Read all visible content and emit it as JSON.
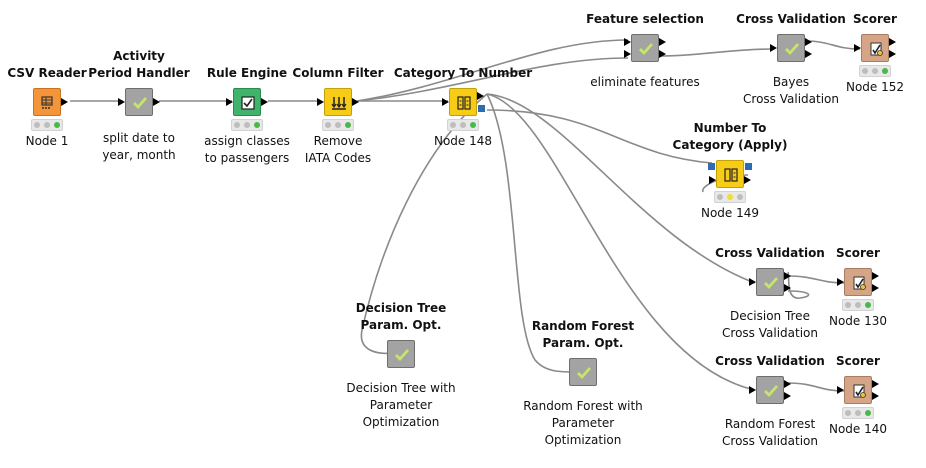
{
  "nodes": {
    "csv_reader": {
      "title": "CSV Reader",
      "desc": "Node 1"
    },
    "activity_period": {
      "title": "Activity\nPeriod Handler",
      "desc": "split date to\nyear, month"
    },
    "rule_engine": {
      "title": "Rule Engine",
      "desc": "assign classes\nto passengers"
    },
    "column_filter": {
      "title": "Column Filter",
      "desc": "Remove\nIATA Codes"
    },
    "category_to_number": {
      "title": "Category To Number",
      "desc": "Node 148"
    },
    "feature_selection": {
      "title": "Feature selection",
      "desc": "eliminate features"
    },
    "cross_validation_bayes": {
      "title": "Cross Validation",
      "desc": "Bayes\nCross Validation"
    },
    "scorer_152": {
      "title": "Scorer",
      "desc": "Node 152"
    },
    "number_to_category": {
      "title": "Number To\nCategory (Apply)",
      "desc": "Node 149"
    },
    "cross_validation_dt": {
      "title": "Cross Validation",
      "desc": "Decision Tree\nCross Validation"
    },
    "scorer_130": {
      "title": "Scorer",
      "desc": "Node 130"
    },
    "decision_tree_opt": {
      "title": "Decision Tree\nParam. Opt.",
      "desc": "Decision Tree with\nParameter\nOptimization"
    },
    "random_forest_opt": {
      "title": "Random Forest\nParam. Opt.",
      "desc": "Random Forest with\nParameter\nOptimization"
    },
    "cross_validation_rf": {
      "title": "Cross Validation",
      "desc": "Random Forest\nCross Validation"
    },
    "scorer_140": {
      "title": "Scorer",
      "desc": "Node 140"
    }
  },
  "colors": {
    "source": "#f4953a",
    "manipulator": "#f7cc17",
    "metanode": "#a3a3a3",
    "rule": "#40b46b",
    "scorer": "#d6a487",
    "status_ok": "#49b84a",
    "connection": "#8a8a8a"
  }
}
